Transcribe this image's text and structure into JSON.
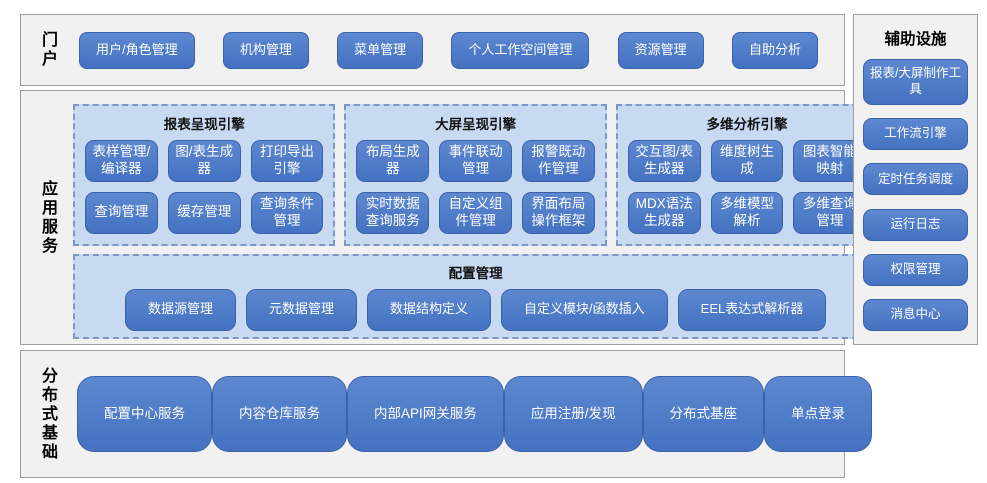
{
  "portal": {
    "label": "门户",
    "items": [
      "用户/角色管理",
      "机构管理",
      "菜单管理",
      "个人工作空间管理",
      "资源管理",
      "自助分析"
    ]
  },
  "app_services": {
    "label": "应用服务",
    "engines": [
      {
        "title": "报表呈现引擎",
        "items": [
          "表样管理/编译器",
          "图/表生成器",
          "打印导出引擎",
          "查询管理",
          "缓存管理",
          "查询条件管理"
        ]
      },
      {
        "title": "大屏呈现引擎",
        "items": [
          "布局生成器",
          "事件联动管理",
          "报警既动作管理",
          "实时数据查询服务",
          "自定义组件管理",
          "界面布局操作框架"
        ]
      },
      {
        "title": "多维分析引擎",
        "items": [
          "交互图/表生成器",
          "维度树生成",
          "图表智能映射",
          "MDX语法生成器",
          "多维模型解析",
          "多维查询管理"
        ]
      }
    ],
    "config": {
      "title": "配置管理",
      "items": [
        "数据源管理",
        "元数据管理",
        "数据结构定义",
        "自定义模块/函数插入",
        "EEL表达式解析器"
      ]
    }
  },
  "distributed": {
    "label": "分布式基础",
    "items": [
      "配置中心服务",
      "内容仓库服务",
      "内部API网关服务",
      "应用注册/发现",
      "分布式基座",
      "单点登录"
    ]
  },
  "auxiliary": {
    "title": "辅助设施",
    "items": [
      "报表/大屏制作工具",
      "工作流引擎",
      "定时任务调度",
      "运行日志",
      "权限管理",
      "消息中心"
    ]
  },
  "colors": {
    "button_blue": "#4a7bc6",
    "button_border": "#3b62a9",
    "group_fill": "#c8daf2",
    "group_dashed_border": "#7e96c8",
    "section_bg": "#f1f1f2",
    "section_border": "#9e9e9e",
    "text_on_button": "#ffffff",
    "label_text": "#000000"
  }
}
